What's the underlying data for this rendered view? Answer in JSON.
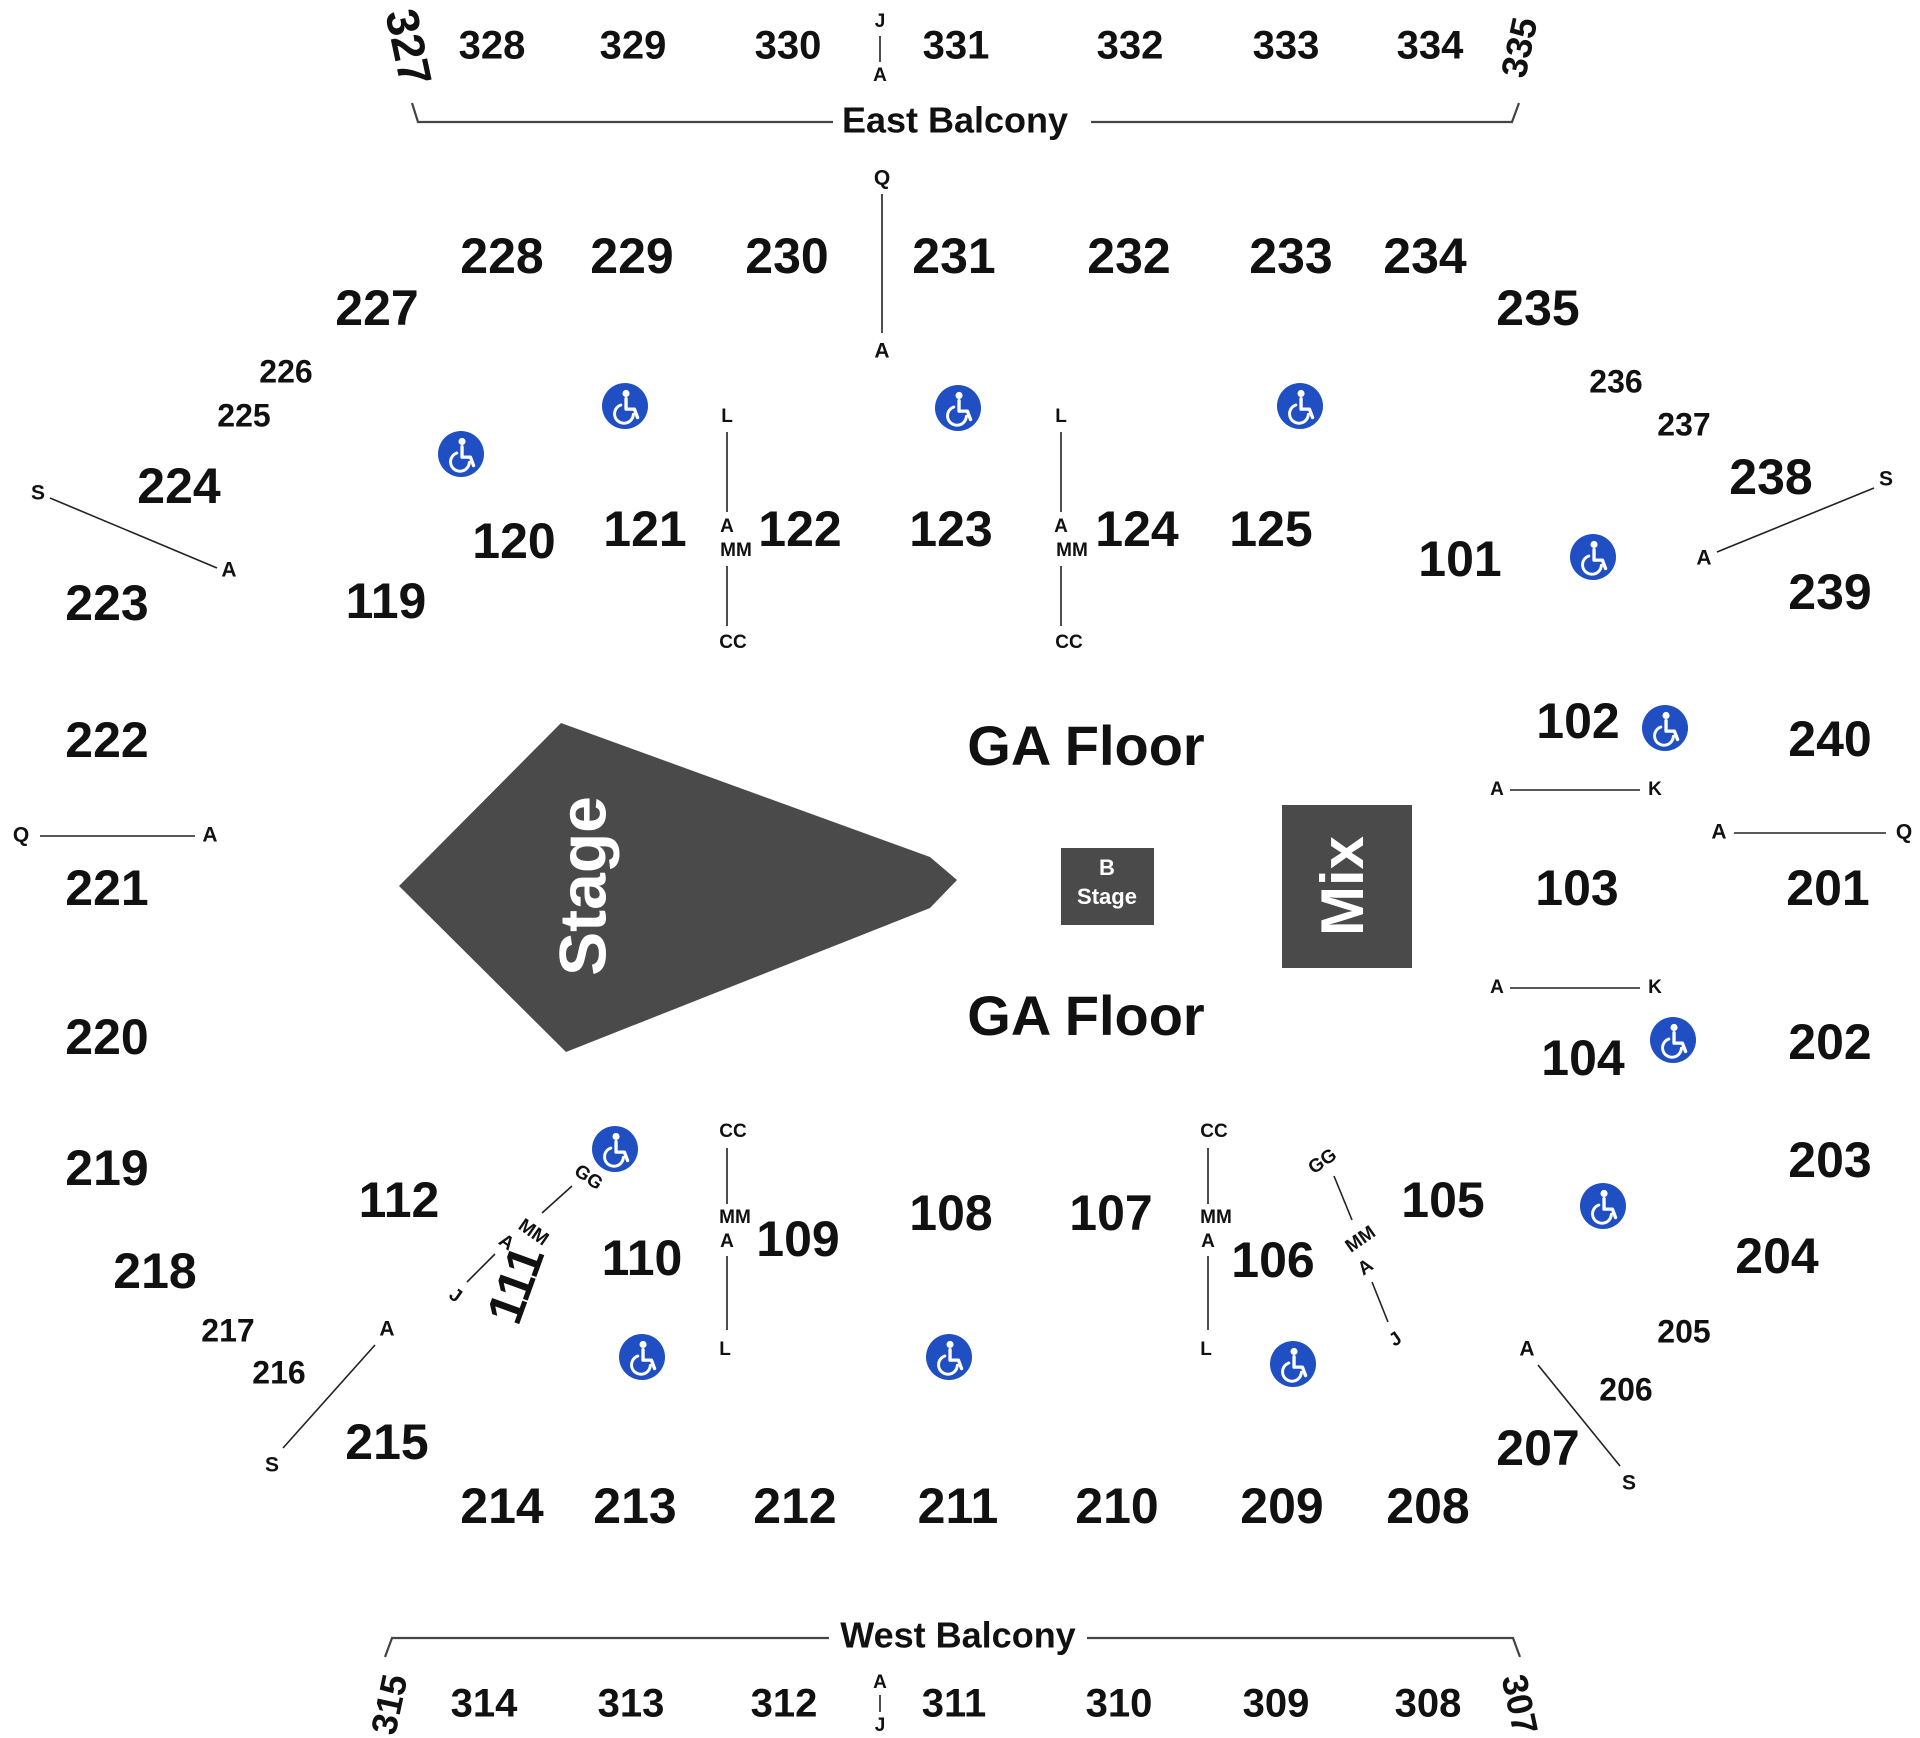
{
  "colors": {
    "stage": "#4a4a4a",
    "mix": "#4a4a4a",
    "accessible": "#1f4fc2",
    "text": "#111111"
  },
  "areas": {
    "stage": "Stage",
    "mix": "Mix",
    "b_stage_line1": "B",
    "b_stage_line2": "Stage",
    "ga_floor_top": "GA Floor",
    "ga_floor_bottom": "GA Floor",
    "east_balcony": "East Balcony",
    "west_balcony": "West Balcony"
  },
  "sections": {
    "east_balcony": [
      "327",
      "328",
      "329",
      "330",
      "331",
      "332",
      "333",
      "334",
      "335"
    ],
    "west_balcony": [
      "315",
      "314",
      "313",
      "312",
      "311",
      "310",
      "309",
      "308",
      "307"
    ],
    "upper_north": [
      "228",
      "229",
      "230",
      "231",
      "232",
      "233",
      "234"
    ],
    "upper_south": [
      "214",
      "213",
      "212",
      "211",
      "210",
      "209",
      "208"
    ],
    "upper_west": [
      "227",
      "226",
      "225",
      "224",
      "223",
      "222",
      "221",
      "220",
      "219",
      "218",
      "217",
      "216",
      "215"
    ],
    "upper_east": [
      "235",
      "236",
      "237",
      "238",
      "239",
      "240",
      "201",
      "202",
      "203",
      "204",
      "205",
      "206",
      "207"
    ],
    "lower_north": [
      "120",
      "121",
      "122",
      "123",
      "124",
      "125",
      "119",
      "101"
    ],
    "lower_east": [
      "102",
      "103",
      "104"
    ],
    "lower_south": [
      "112",
      "111",
      "110",
      "109",
      "108",
      "107",
      "106",
      "105"
    ]
  },
  "row_markers": {
    "east_balcony_aisle": [
      "J",
      "A"
    ],
    "west_balcony_aisle": [
      "A",
      "J"
    ],
    "north_aisle_231": [
      "Q",
      "A"
    ],
    "aisle_121_122": [
      "L",
      "A",
      "MM",
      "CC"
    ],
    "aisle_123_124": [
      "L",
      "A",
      "MM",
      "CC"
    ],
    "aisle_110_109": [
      "CC",
      "MM",
      "A",
      "L"
    ],
    "aisle_107_106": [
      "CC",
      "MM",
      "A",
      "L"
    ],
    "aisle_224": [
      "S",
      "A"
    ],
    "aisle_238": [
      "A",
      "S"
    ],
    "aisle_222_221": [
      "Q",
      "A"
    ],
    "aisle_240_201": [
      "A",
      "Q"
    ],
    "aisle_102_103": [
      "A",
      "K"
    ],
    "aisle_103_104": [
      "A",
      "K"
    ],
    "aisle_112_111": [
      "GG",
      "MM",
      "A",
      "J"
    ],
    "aisle_106_105": [
      "GG",
      "MM",
      "A",
      "J"
    ],
    "aisle_215": [
      "A",
      "S"
    ],
    "aisle_207": [
      "A",
      "S"
    ]
  },
  "icons": {
    "accessible": "wheelchair-icon"
  }
}
